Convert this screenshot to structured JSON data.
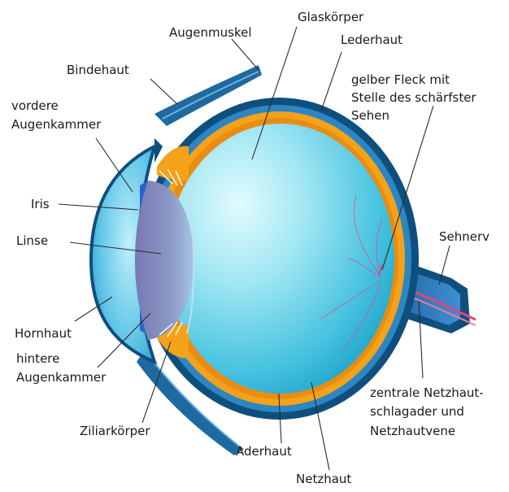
{
  "labels": {
    "augenmuskel": "Augenmuskel",
    "glaskoerper": "Glaskörper",
    "lederhaut": "Lederhaut",
    "bindehaut": "Bindehaut",
    "gelber_fleck": [
      "gelber Fleck mit",
      "Stelle des schärfster",
      "Sehen"
    ],
    "vordere_augenkammer": [
      "vordere",
      "Augenkammer"
    ],
    "iris": "Iris",
    "linse": "Linse",
    "sehnerv": "Sehnerv",
    "hornhaut": "Hornhaut",
    "hintere_augenkammer": [
      "hintere",
      "Augenkammer"
    ],
    "zentrale_netzhaut": [
      "zentrale Netzhaut-",
      "schlagader und",
      "Netzhautvene"
    ],
    "ziliarkoerper": "Ziliarkörper",
    "aderhaut": "Aderhaut",
    "netzhaut": "Netzhaut"
  },
  "colors": {
    "outer_layer": "#0f4f7e",
    "sclera_blue": "#2c86c4",
    "choroid_orange": "#f4a21a",
    "vitreous_light": "#c8f3f8",
    "vitreous_mid": "#6fd6ea",
    "vitreous_dark": "#22aed0",
    "cornea": "#4fb6df",
    "lens_light": "#9db4d6",
    "lens_dark": "#7e7fb6",
    "vessel": "#e0457a",
    "nerve": "#3b7fc8"
  }
}
